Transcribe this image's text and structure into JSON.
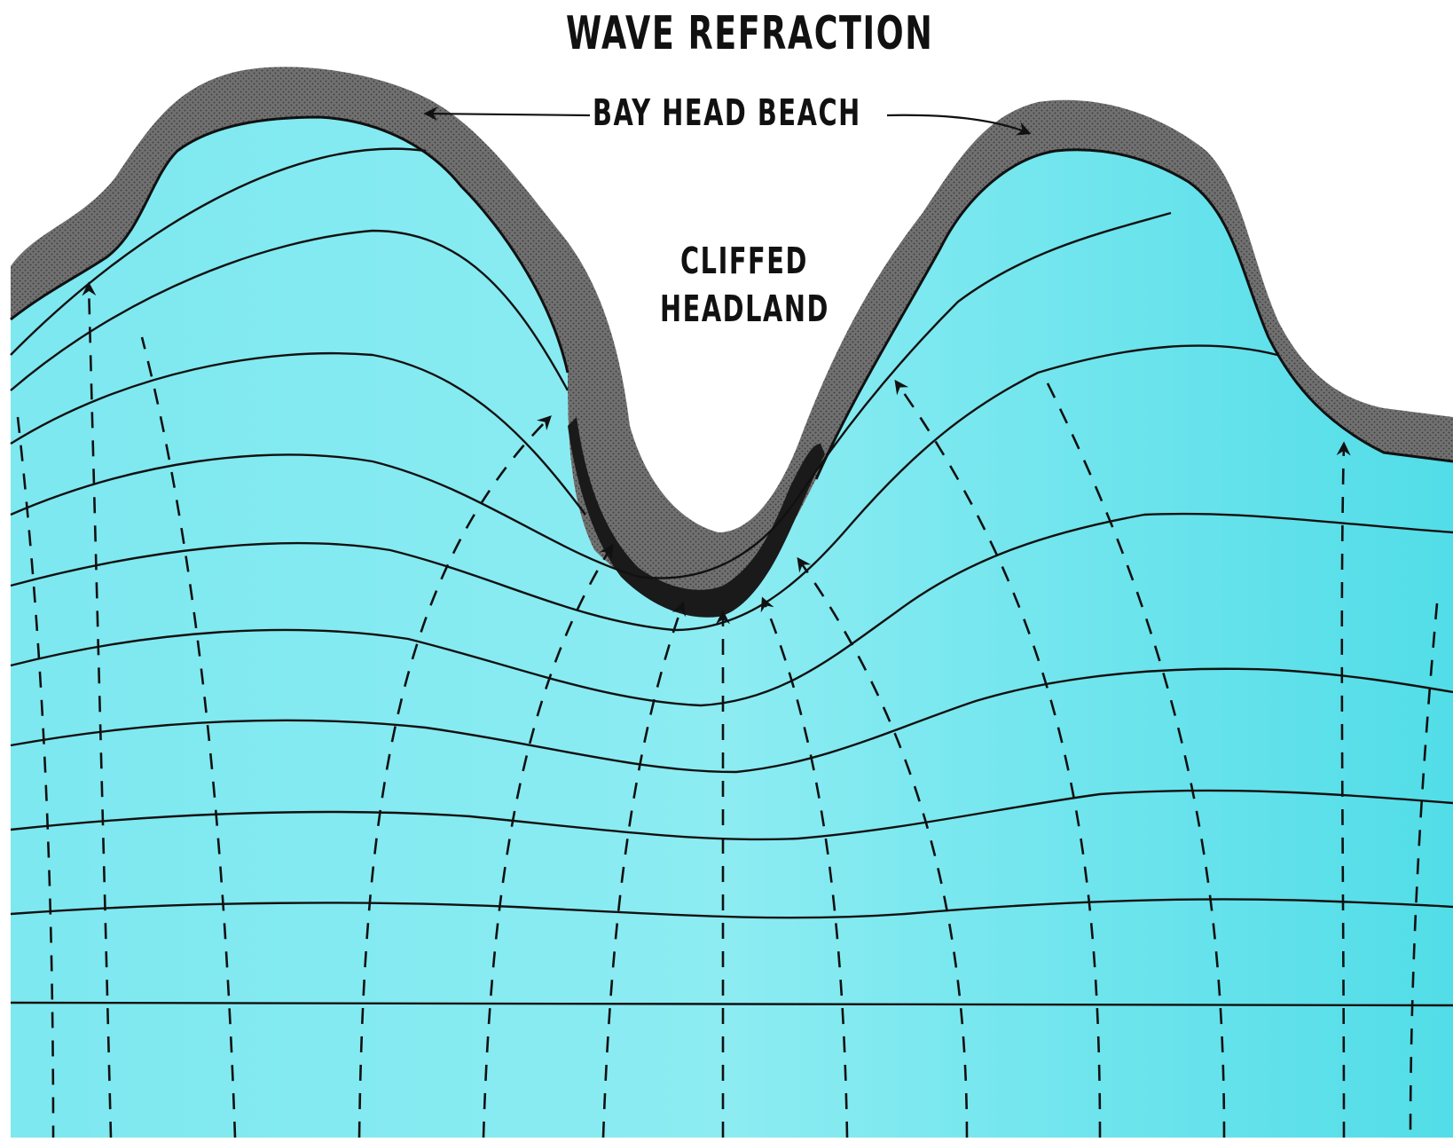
{
  "diagram": {
    "title": "WAVE REFRACTION",
    "labels": {
      "bay_head_beach": "BAY HEAD BEACH",
      "cliffed_headland_line1": "CLIFFED",
      "cliffed_headland_line2": "HEADLAND"
    },
    "colors": {
      "water": "#5fe3ec",
      "water_light": "#8ef0f5",
      "beach": "#6b6b6b",
      "cliff": "#1a1a1a",
      "lines": "#111111",
      "background": "#ffffff"
    },
    "elements": {
      "wave_crests": "solid lines parallel to the coast",
      "wave_rays": "dashed lines perpendicular to the crests, ending in arrowheads at the shore",
      "bay_head_beach": "grey stippled band along the two bays",
      "cliffed_headland": "dark hatched band at the tip of the headland"
    }
  }
}
